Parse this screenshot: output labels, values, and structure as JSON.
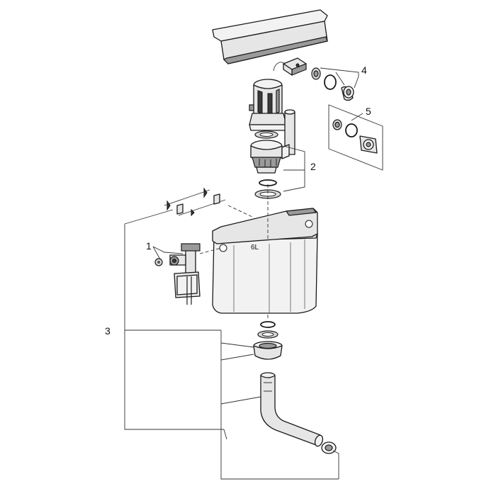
{
  "callouts": {
    "c1": "1",
    "c2": "2",
    "c3": "3",
    "c4": "4",
    "c5": "5"
  },
  "tank_marking": "6L"
}
